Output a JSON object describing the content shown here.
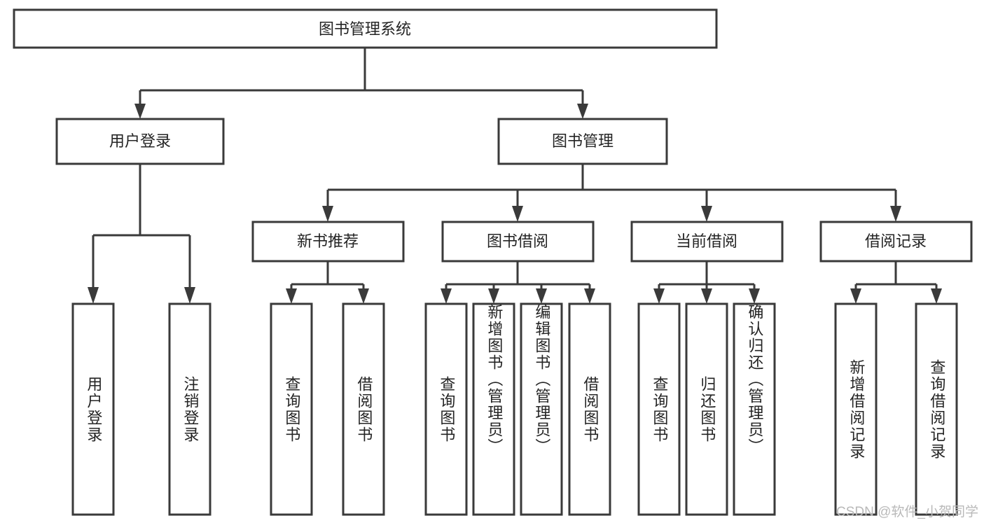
{
  "diagram": {
    "title": "图书管理系统",
    "type": "tree-hierarchy",
    "watermark": "CSDN @软件_小贺同学",
    "colors": {
      "stroke": "#3a3a3a",
      "box_fill": "#ffffff",
      "text": "#242424",
      "background": "#ffffff",
      "watermark": "#b9b9b9"
    },
    "root": {
      "label": "图书管理系统"
    },
    "level2": [
      {
        "label": "用户登录"
      },
      {
        "label": "图书管理"
      }
    ],
    "level3": [
      {
        "label": "新书推荐"
      },
      {
        "label": "图书借阅"
      },
      {
        "label": "当前借阅"
      },
      {
        "label": "借阅记录"
      }
    ],
    "leaves": [
      {
        "label": "用户登录",
        "parent": "用户登录"
      },
      {
        "label": "注销登录",
        "parent": "用户登录"
      },
      {
        "label": "查询图书",
        "parent": "新书推荐"
      },
      {
        "label": "借阅图书",
        "parent": "新书推荐"
      },
      {
        "label": "查询图书",
        "parent": "图书借阅"
      },
      {
        "label": "新增图书（管理员）",
        "parent": "图书借阅"
      },
      {
        "label": "编辑图书（管理员）",
        "parent": "图书借阅"
      },
      {
        "label": "借阅图书",
        "parent": "图书借阅"
      },
      {
        "label": "查询图书",
        "parent": "当前借阅"
      },
      {
        "label": "归还图书",
        "parent": "当前借阅"
      },
      {
        "label": "确认归还（管理员）",
        "parent": "当前借阅"
      },
      {
        "label": "新增借阅记录",
        "parent": "借阅记录"
      },
      {
        "label": "查询借阅记录",
        "parent": "借阅记录"
      }
    ]
  }
}
